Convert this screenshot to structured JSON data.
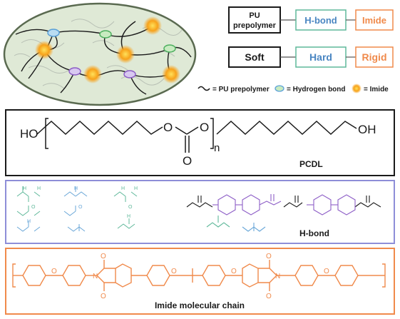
{
  "legend_boxes": {
    "row1": [
      "PU\nprepolymer",
      "H-bond",
      "Imide"
    ],
    "row2": [
      "Soft",
      "Hard",
      "Rigid"
    ]
  },
  "key": {
    "pu": "= PU prepolymer",
    "hbond": "= Hydrogen bond",
    "imide": "= Imide"
  },
  "pcdl": {
    "ho": "HO",
    "oh": "OH",
    "o1": "O",
    "o2": "O",
    "o3": "O",
    "n": "n",
    "name": "PCDL"
  },
  "hbond_panel": {
    "title": "H-bond"
  },
  "imide_panel": {
    "title": "Imide molecular chain"
  },
  "colors": {
    "green": "#5fb89a",
    "blue": "#6aa7d8",
    "orange": "#f08a4b",
    "purple": "#8e5fc7",
    "gray_border": "#7a7a7a",
    "ellipse_fill": "#e3eddc"
  }
}
